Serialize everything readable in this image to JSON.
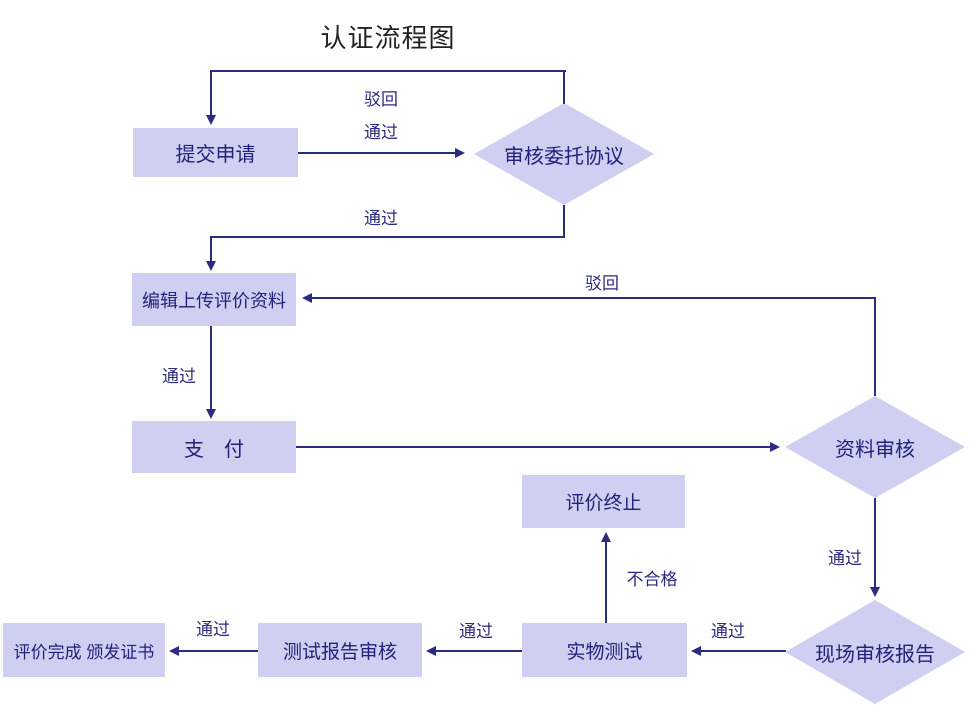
{
  "title": "认证流程图",
  "colors": {
    "background": "#ffffff",
    "node_fill": "#cfcff2",
    "line": "#2b2b80",
    "node_text": "#22227a",
    "title_text": "#222222"
  },
  "nodes": {
    "submit_application": "提交申请",
    "review_entrust_agreement": "审核委托协议",
    "edit_upload_materials": "编辑上传评价资料",
    "payment": "支　付",
    "material_review": "资料审核",
    "evaluation_terminated": "评价终止",
    "onsite_audit_report": "现场审核报告",
    "physical_test": "实物测试",
    "test_report_review": "测试报告审核",
    "evaluation_complete_certificate": "评价完成 颁发证书"
  },
  "edge_labels": {
    "agreement_reject": "驳回",
    "submit_pass": "通过",
    "agreement_pass": "通过",
    "material_reject": "驳回",
    "edit_pass": "通过",
    "material_pass": "通过",
    "onsite_pass": "通过",
    "test_fail": "不合格",
    "test_pass": "通过",
    "report_pass": "通过"
  }
}
